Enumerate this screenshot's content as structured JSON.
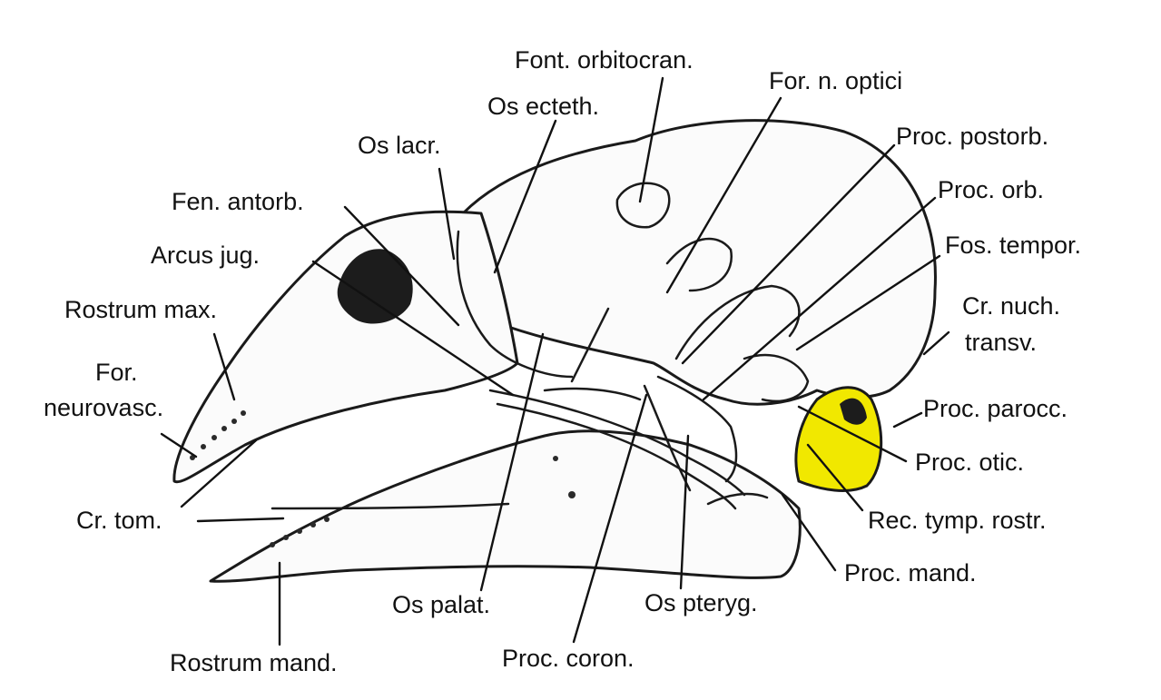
{
  "colors": {
    "ink": "#111111",
    "highlight": "#f1e800",
    "background": "#ffffff"
  },
  "labels": {
    "font_orbitocran": "Font. orbitocran.",
    "for_n_optici": "For. n. optici",
    "os_ecteth": "Os ecteth.",
    "proc_postorb": "Proc. postorb.",
    "os_lacr": "Os lacr.",
    "proc_orb": "Proc. orb.",
    "fen_antorb": "Fen. antorb.",
    "fos_tempor": "Fos. tempor.",
    "arcus_jug": "Arcus jug.",
    "cr_nuch_line1": "Cr. nuch.",
    "cr_nuch_line2": "transv.",
    "rostrum_max": "Rostrum max.",
    "proc_parocc": "Proc. parocc.",
    "for_neuro_line1": "For.",
    "for_neuro_line2": "neurovasc.",
    "proc_otic": "Proc. otic.",
    "rec_tymp": "Rec. tymp. rostr.",
    "cr_tom": "Cr. tom.",
    "proc_mand": "Proc. mand.",
    "os_palat": "Os palat.",
    "os_pteryg": "Os pteryg.",
    "rostrum_mand": "Rostrum mand.",
    "proc_coron": "Proc. coron."
  }
}
